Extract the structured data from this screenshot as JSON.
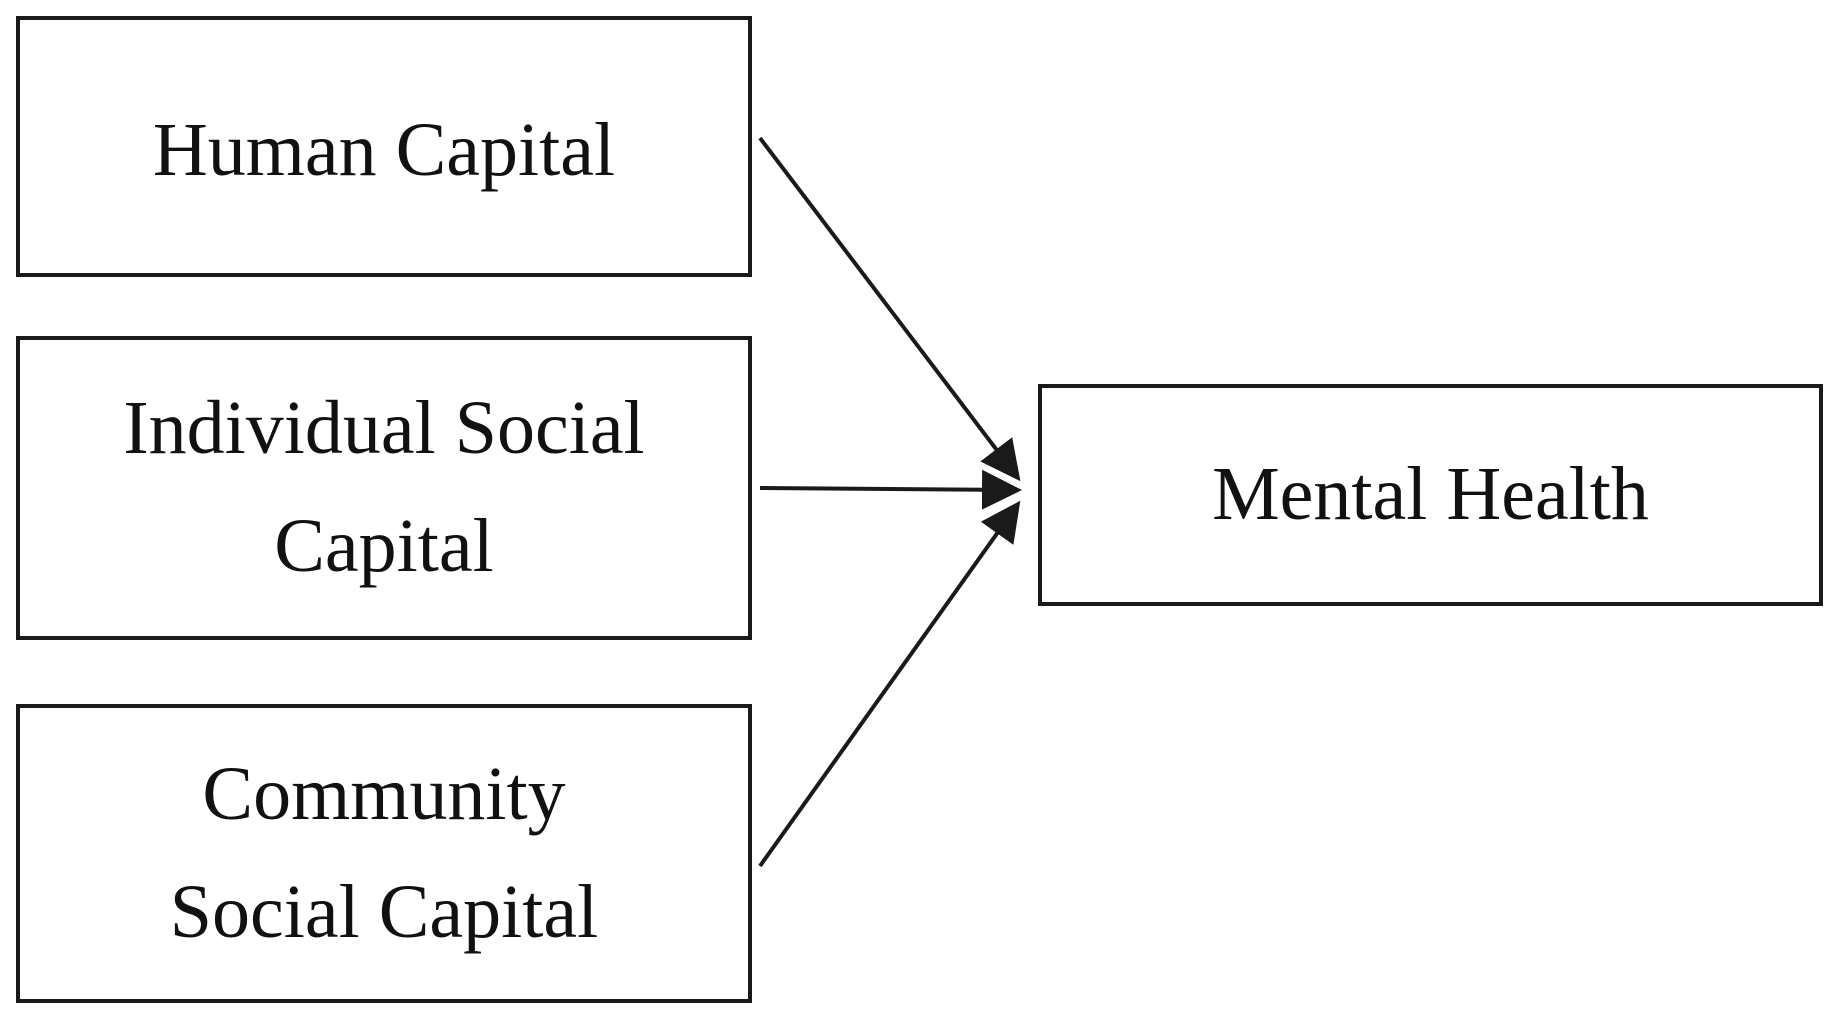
{
  "diagram": {
    "nodes": [
      {
        "id": "human-capital",
        "label_lines": [
          "Human Capital"
        ]
      },
      {
        "id": "individual-social-capital",
        "label_lines": [
          "Individual Social",
          "Capital"
        ]
      },
      {
        "id": "community-social-capital",
        "label_lines": [
          "Community",
          "Social Capital"
        ]
      },
      {
        "id": "mental-health",
        "label_lines": [
          "Mental Health"
        ]
      }
    ],
    "edges": [
      {
        "from": "human-capital",
        "to": "mental-health"
      },
      {
        "from": "individual-social-capital",
        "to": "mental-health"
      },
      {
        "from": "community-social-capital",
        "to": "mental-health"
      }
    ],
    "colors": {
      "stroke": "#1a1a1a",
      "text": "#111111",
      "background": "#ffffff"
    }
  }
}
